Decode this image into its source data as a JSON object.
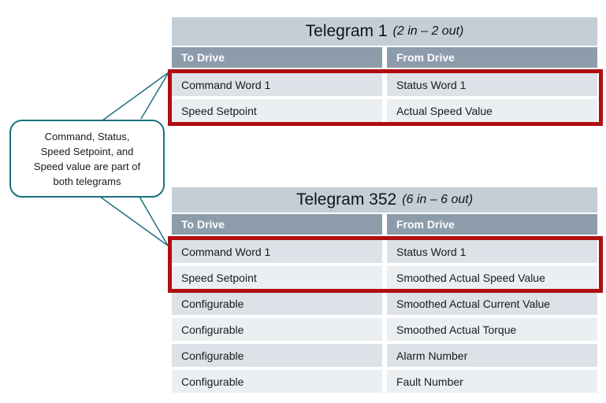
{
  "colors": {
    "highlight_red": "#b00d10",
    "callout_teal": "#1b727c",
    "title_bg": "#c3ced6",
    "header_bg": "#8c9cab",
    "row_dark_bg": "#dce2e7",
    "row_light_bg": "#eceff2"
  },
  "callout": {
    "lines": [
      "Command, Status,",
      "Speed Setpoint, and",
      "Speed value are part of",
      "both telegrams"
    ]
  },
  "tables": [
    {
      "title": "Telegram 1",
      "subtitle": "(2 in – 2 out)",
      "columns": [
        "To Drive",
        "From Drive"
      ],
      "rows": [
        [
          "Command Word 1",
          "Status Word 1"
        ],
        [
          "Speed Setpoint",
          "Actual Speed Value"
        ]
      ],
      "highlighted_rows": [
        0,
        1
      ]
    },
    {
      "title": "Telegram 352",
      "subtitle": "(6 in – 6 out)",
      "columns": [
        "To Drive",
        "From Drive"
      ],
      "rows": [
        [
          "Command Word 1",
          "Status Word 1"
        ],
        [
          "Speed Setpoint",
          "Smoothed Actual Speed Value"
        ],
        [
          "Configurable",
          "Smoothed Actual Current Value"
        ],
        [
          "Configurable",
          "Smoothed Actual Torque"
        ],
        [
          "Configurable",
          "Alarm Number"
        ],
        [
          "Configurable",
          "Fault Number"
        ]
      ],
      "highlighted_rows": [
        0,
        1
      ]
    }
  ]
}
